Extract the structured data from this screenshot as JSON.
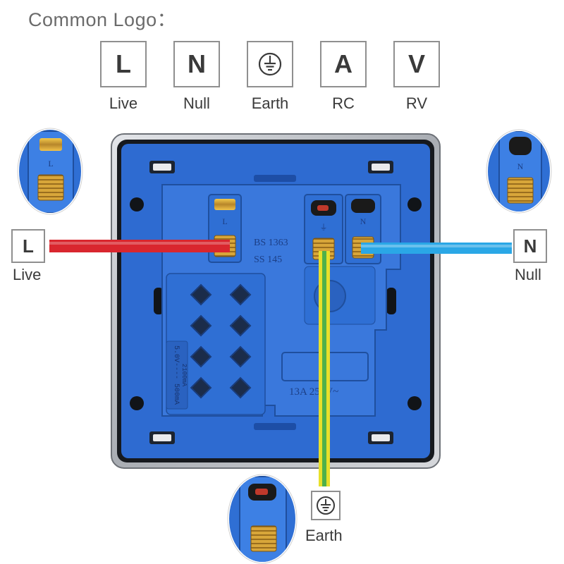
{
  "heading": "Common Logo：",
  "logos": [
    {
      "symbol": "L",
      "caption": "Live",
      "icon": "letter"
    },
    {
      "symbol": "N",
      "caption": "Null",
      "icon": "letter"
    },
    {
      "symbol": "",
      "caption": "Earth",
      "icon": "earth-ground-icon"
    },
    {
      "symbol": "A",
      "caption": "RC",
      "icon": "letter"
    },
    {
      "symbol": "V",
      "caption": "RV",
      "icon": "letter"
    }
  ],
  "wires": {
    "live": {
      "symbol": "L",
      "caption": "Live",
      "color": "#d9262e"
    },
    "null": {
      "symbol": "N",
      "caption": "Null",
      "color": "#2aa7e6"
    },
    "earth": {
      "caption": "Earth",
      "color": "#e8e02a",
      "stripe": "#4fb04a"
    }
  },
  "socket": {
    "terminal_labels": [
      "L",
      "⏚",
      "N"
    ],
    "standard_text": [
      "BS 1363",
      "SS 145"
    ],
    "rating_text": "13A 250V~",
    "usb_text": [
      "5.0V---- 500mA",
      "2100mA"
    ],
    "body_color": "#2e6bd1",
    "frame_color": "#c0c3c8"
  }
}
